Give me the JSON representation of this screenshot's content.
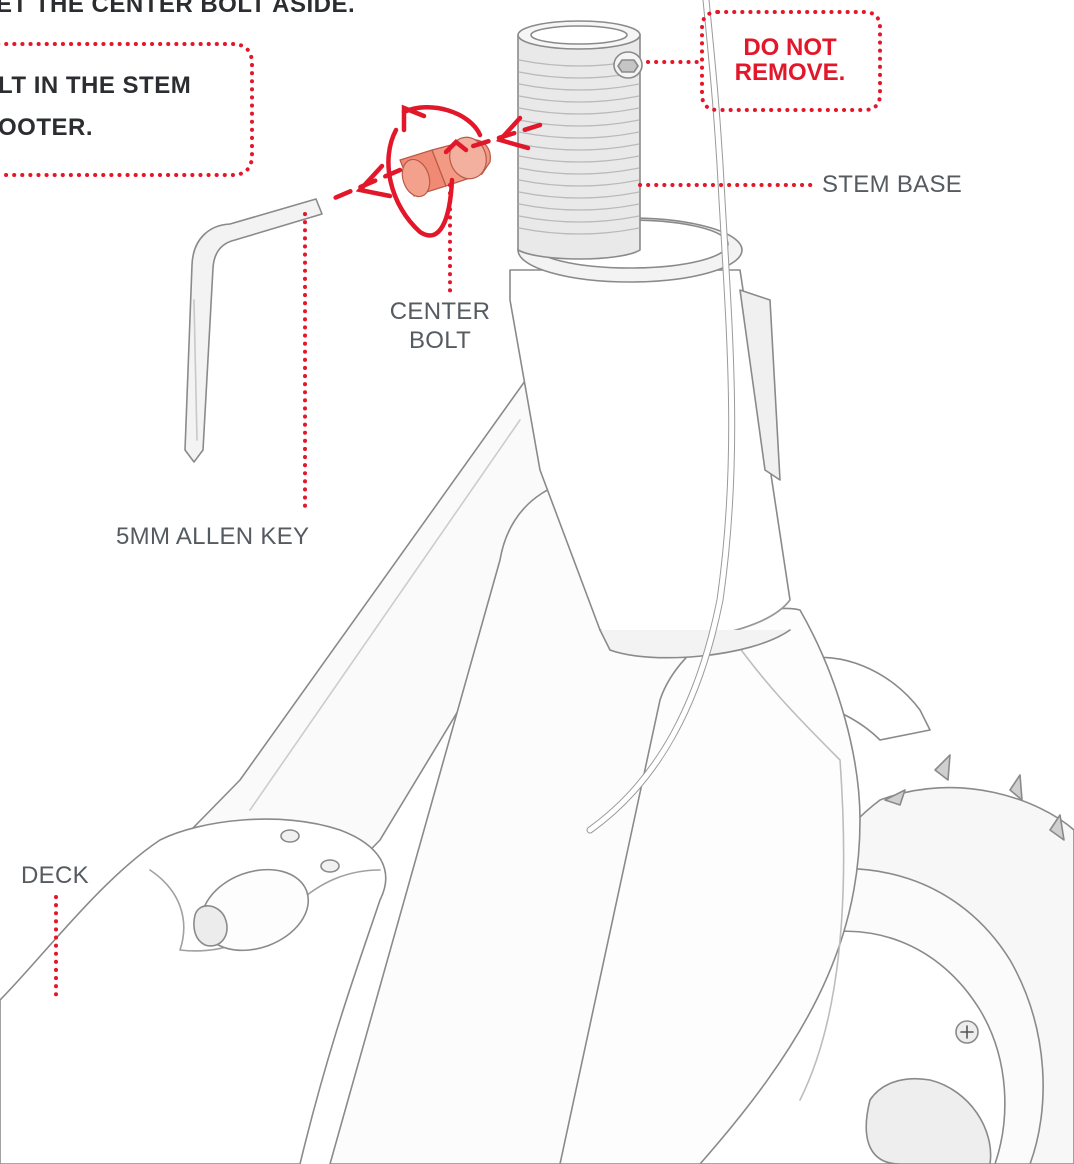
{
  "instructions": {
    "step_line": "ET THE CENTER BOLT ASIDE.",
    "callout_line1": "LT IN THE STEM",
    "callout_line2": "OOTER."
  },
  "warning": {
    "line1": "DO NOT",
    "line2": "REMOVE."
  },
  "labels": {
    "stem_base": "STEM BASE",
    "center_bolt_line1": "CENTER",
    "center_bolt_line2": "BOLT",
    "allen_key": "5MM ALLEN KEY",
    "deck": "DECK"
  },
  "colors": {
    "accent_red": "#e3172a",
    "bolt_orange": "#f08a74",
    "line_gray": "#7d7d7d",
    "label_gray": "#555b60"
  }
}
